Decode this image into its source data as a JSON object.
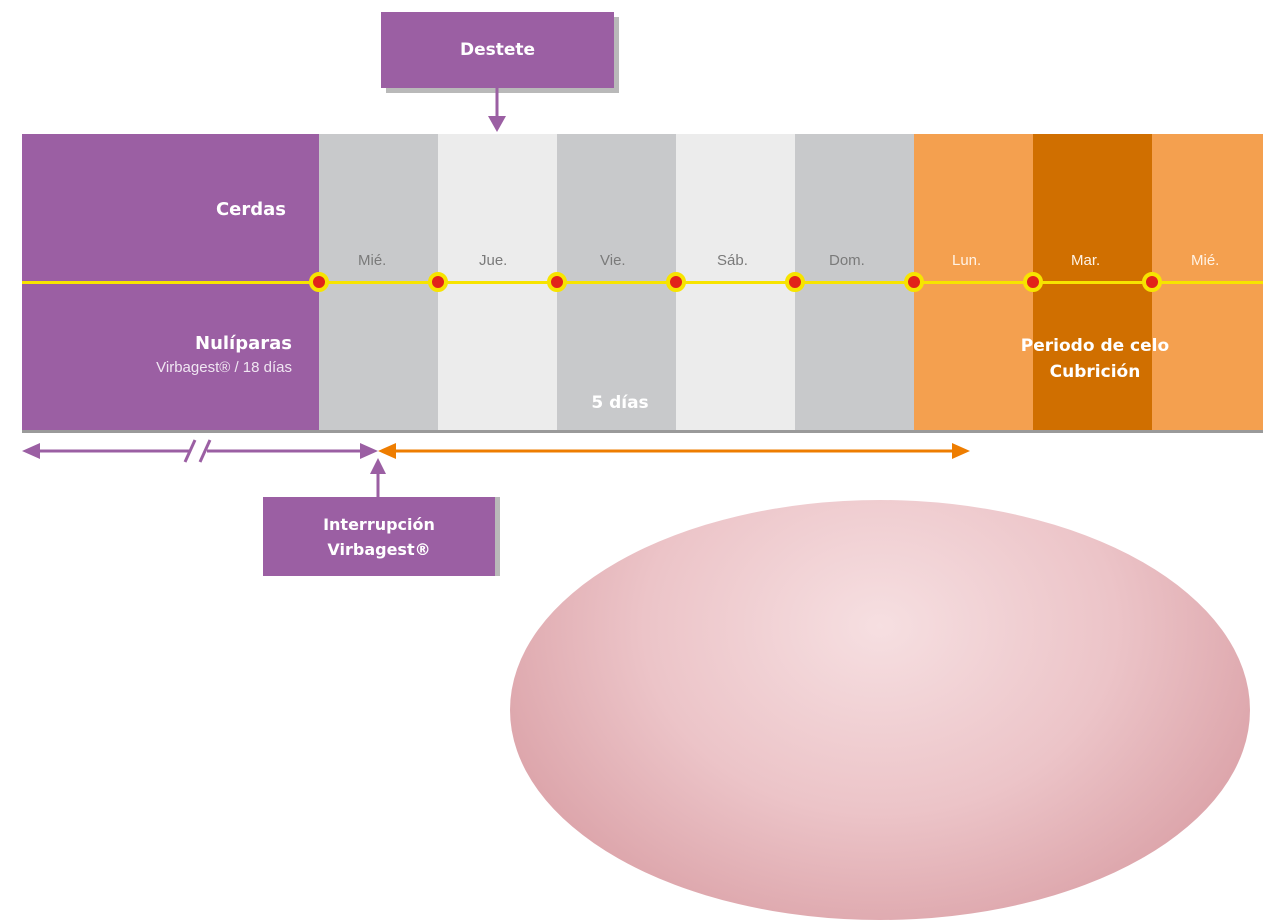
{
  "destete_label": "Destete",
  "interrupcion_lines": [
    "Interrupción",
    "Virbagest®"
  ],
  "cerdas_label": "Cerdas",
  "nuliparas_label": "Nulíparas",
  "nuliparas_sub": "Virbagest® / 18 días",
  "days": [
    "Mié.",
    "Jue.",
    "Vie.",
    "Sáb.",
    "Dom.",
    "Lun.",
    "Mar.",
    "Mié."
  ],
  "cinco_dias": "5 días",
  "celo_lines": [
    "Periodo de celo",
    "Cubrición"
  ],
  "colors": {
    "purple": "#9b5fa3",
    "gray": "#c8c9cb",
    "light_gray": "#ececec",
    "orange": "#f4a04f",
    "dark_orange": "#d06f00",
    "timeline_yellow": "#f7e400",
    "dot_red": "#e2231a",
    "arrow_orange": "#ee7d00"
  }
}
